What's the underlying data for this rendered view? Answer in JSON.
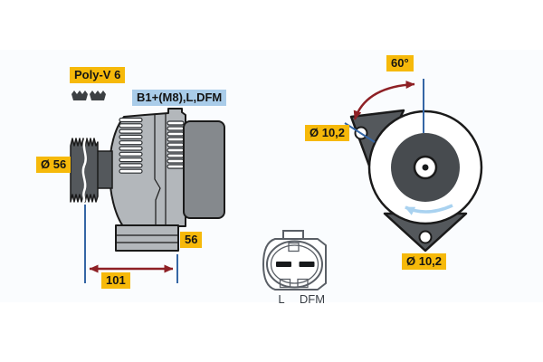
{
  "colors": {
    "label-yellow": "#F6B90A",
    "label-blue": "#A9CCE9",
    "dim-blue": "#3566A5",
    "arrow-red": "#8E2025",
    "rotation-blue": "#A9D2F0",
    "metal-dark": "#54585C",
    "metal-light": "#B3B7BB",
    "metal-mid": "#85898D",
    "pulley-face-dark": "#474B4F",
    "outline": "#1A1A1A",
    "connector-line": "#5A5F66"
  },
  "side_view": {
    "belt_type_label": "Poly-V 6",
    "terminals_label": "B1+(M8),L,DFM",
    "pulley_diameter_label": "Ø 56",
    "foot_width_label": "56",
    "mounting_length_label": "101"
  },
  "front_view": {
    "mounting_angle_label": "60°",
    "top_hole_diameter_label": "Ø 10,2",
    "bottom_hole_diameter_label": "Ø 10,2"
  },
  "connector": {
    "left_pin_label": "L",
    "right_pin_label": "DFM"
  }
}
